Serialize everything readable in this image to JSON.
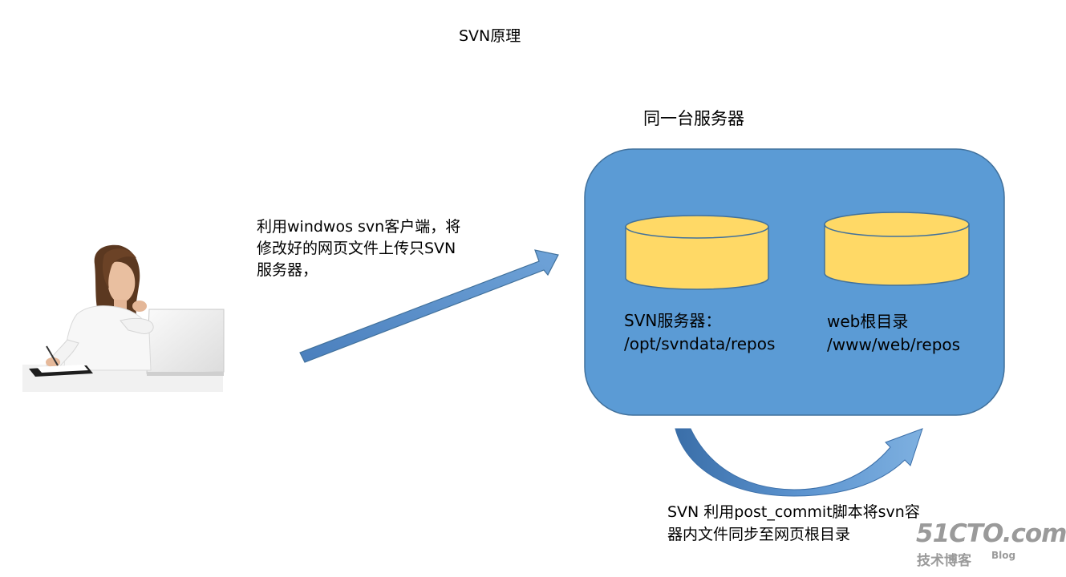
{
  "title": "SVN原理",
  "server_label": "同一台服务器",
  "upload_text": "利用windwos svn客户端，将\n修改好的网页文件上传只SVN\n服务器，",
  "repo_svn_label": "SVN服务器：\n/opt/svndata/repos",
  "repo_web_label": "web根目录\n/www/web/repos",
  "sync_text": "SVN 利用post_commit脚本将svn容\n器内文件同步至网页根目录",
  "watermark": {
    "main": "51CTO.com",
    "sub": "技术博客",
    "blog": "Blog"
  },
  "colors": {
    "server_box": "#5b9bd5",
    "cylinder": "#ffd966",
    "arrow": "#4f87c4"
  }
}
